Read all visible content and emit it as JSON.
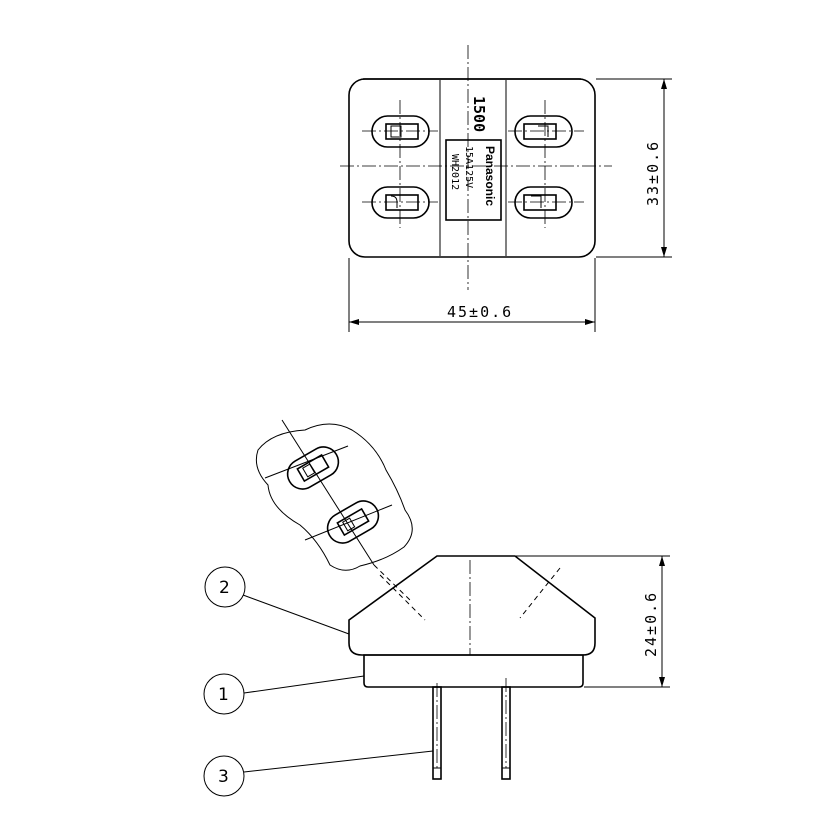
{
  "top_view": {
    "width_dimension": "45±0.6",
    "height_dimension": "33±0.6",
    "product_code": "1500",
    "brand": "Panasonic",
    "rating": "15A125V",
    "model": "WH2012"
  },
  "side_view": {
    "height_dimension": "24±0.6"
  },
  "callouts": [
    {
      "number": "2"
    },
    {
      "number": "1"
    },
    {
      "number": "3"
    }
  ]
}
